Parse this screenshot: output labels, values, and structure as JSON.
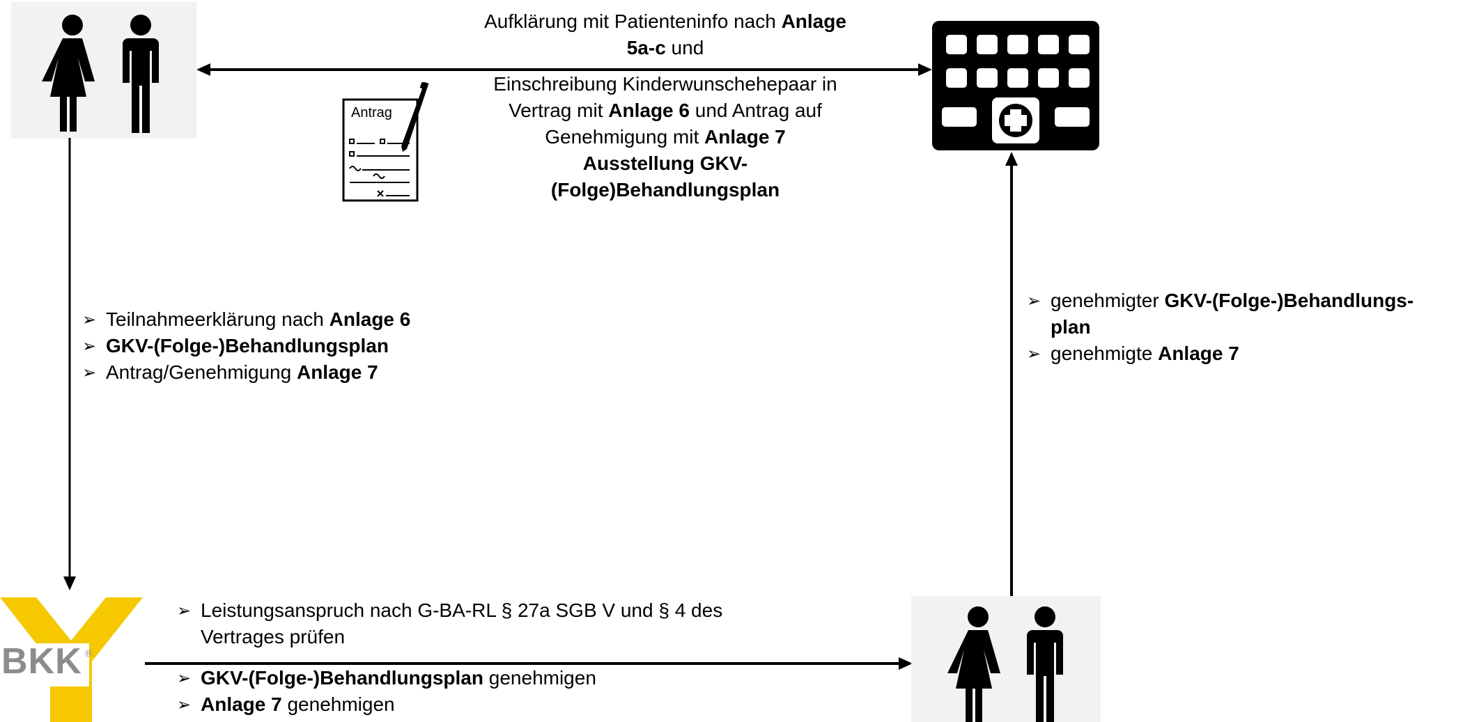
{
  "top_text": {
    "line1_pre": "Aufklärung mit Patienteninfo nach ",
    "line1_bold": "Anlage",
    "line2_bold": "5a-c",
    "line2_post": " und",
    "line3": "Einschreibung Kinderwunschehepaar in",
    "line4_pre": "Vertrag mit ",
    "line4_bold": "Anlage 6",
    "line4_post": " und Antrag auf",
    "line5_pre": "Genehmigung mit ",
    "line5_bold": "Anlage 7",
    "line6_bold": "Ausstellung GKV-",
    "line7_bold": "(Folge)Behandlungsplan"
  },
  "form_icon": {
    "label": "Antrag"
  },
  "left_list": [
    {
      "pre": "Teilnahmeerklärung nach ",
      "bold": "Anlage 6",
      "post": ""
    },
    {
      "pre": "",
      "bold": "GKV-(Folge-)Behandlungsplan",
      "post": ""
    },
    {
      "pre": "Antrag/Genehmigung ",
      "bold": "Anlage 7",
      "post": ""
    }
  ],
  "right_list": {
    "item1_pre": "genehmigter ",
    "item1_bold": "GKV-(Folge-)Behandlungs-",
    "item1_bold2": "plan",
    "item2_pre": "genehmigte ",
    "item2_bold": "Anlage 7"
  },
  "bottom_list": {
    "item1_line1": "Leistungsanspruch nach G-BA-RL § 27a SGB V und § 4 des",
    "item1_line2": "Vertrages prüfen",
    "item2_bold": "GKV-(Folge-)Behandlungsplan",
    "item2_post": " genehmigen",
    "item3_bold": "Anlage 7",
    "item3_post": " genehmigen"
  },
  "bkk_logo": {
    "text": "BKK",
    "mark": "®"
  },
  "colors": {
    "bkk_yellow": "#f5c800",
    "bkk_grey": "#8c8c8c",
    "box_bg": "#f2f2f2"
  },
  "icons": [
    "couple-icon",
    "hospital-icon",
    "form-pen-icon",
    "bkk-logo"
  ]
}
